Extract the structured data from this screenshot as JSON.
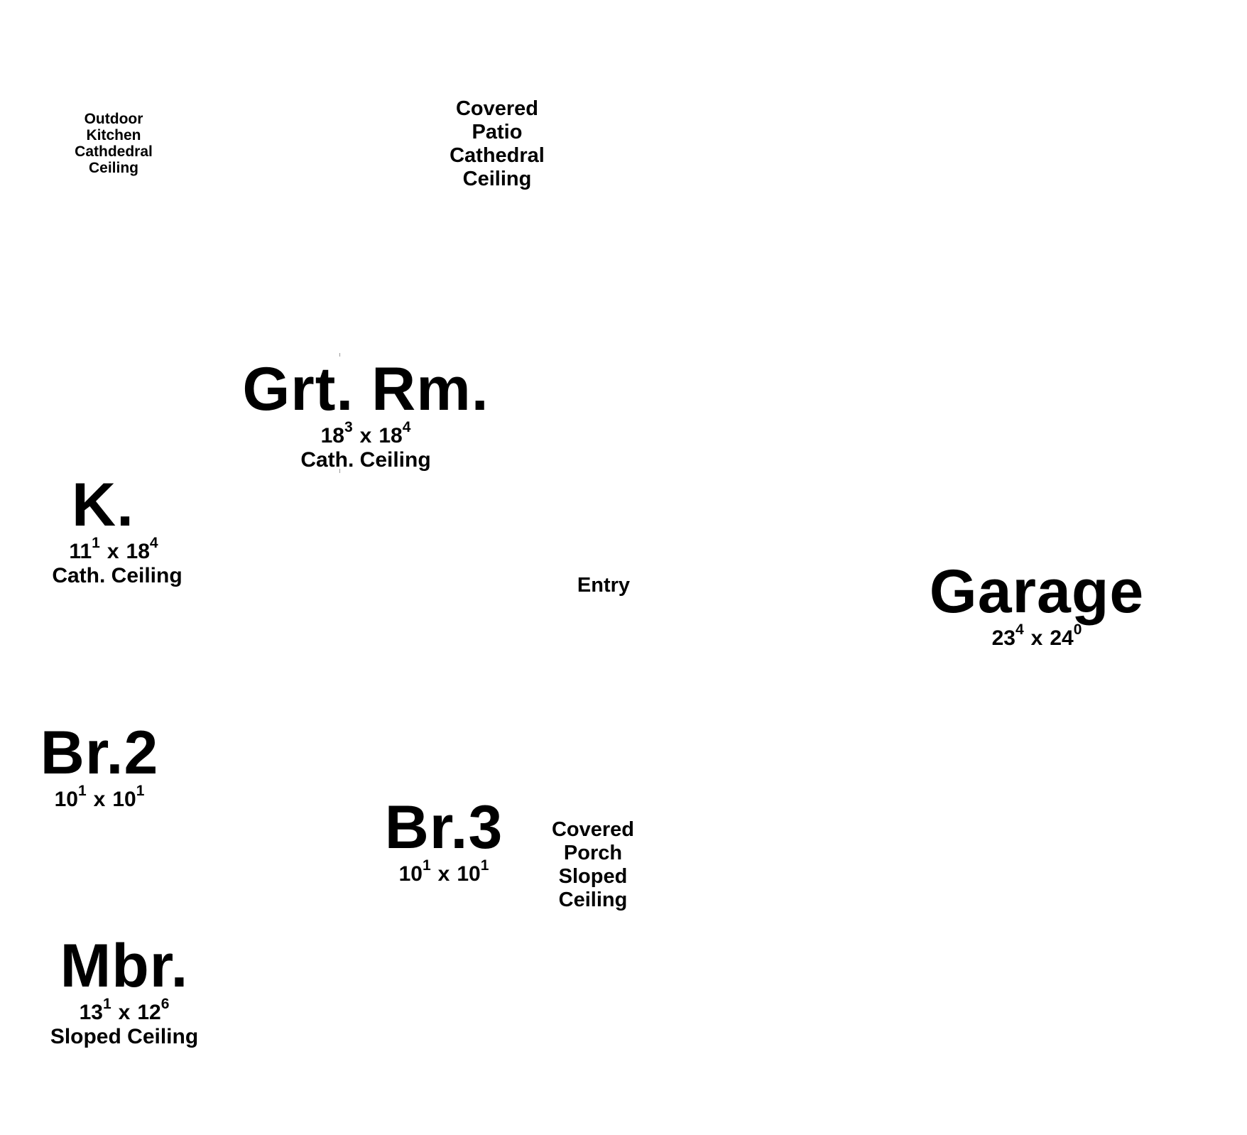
{
  "plan": {
    "outdoor_kitchen": [
      "Outdoor",
      "Kitchen",
      "Cathdedral",
      "Ceiling"
    ],
    "covered_patio": [
      "Covered",
      "Patio",
      "Cathedral",
      "Ceiling"
    ],
    "great_room": {
      "name": "Grt. Rm.",
      "w": "18",
      "w_in": "3",
      "h": "18",
      "h_in": "4",
      "note": "Cath. Ceiling"
    },
    "kitchen": {
      "name": "K.",
      "w": "11",
      "w_in": "1",
      "h": "18",
      "h_in": "4",
      "note": "Cath. Ceiling"
    },
    "entry": "Entry",
    "garage": {
      "name": "Garage",
      "w": "23",
      "w_in": "4",
      "h": "24",
      "h_in": "0"
    },
    "bedroom_2": {
      "name": "Br.2",
      "w": "10",
      "w_in": "1",
      "h": "10",
      "h_in": "1"
    },
    "bedroom_3": {
      "name": "Br.3",
      "w": "10",
      "w_in": "1",
      "h": "10",
      "h_in": "1"
    },
    "covered_porch": [
      "Covered",
      "Porch",
      "Sloped",
      "Ceiling"
    ],
    "master_bedroom": {
      "name": "Mbr.",
      "w": "13",
      "w_in": "1",
      "h": "12",
      "h_in": "6",
      "note": "Sloped Ceiling"
    },
    "dimension_separator": "x"
  }
}
